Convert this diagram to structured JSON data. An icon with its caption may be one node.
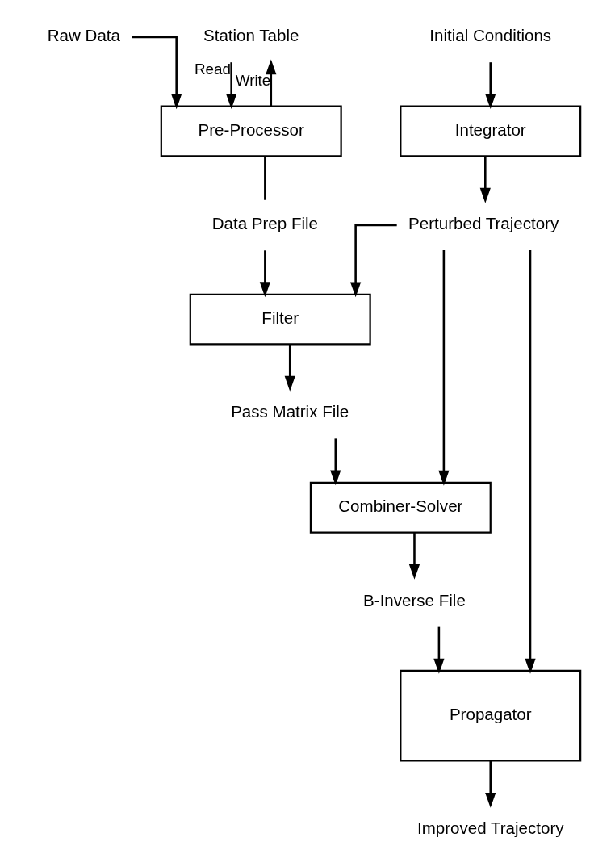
{
  "diagram": {
    "nodes": [
      {
        "text": [
          "Raw Data"
        ]
      },
      {
        "text": [
          "Station Table"
        ]
      },
      {
        "text": [
          "Initial Conditions"
        ]
      },
      {
        "text": [
          "Pre-Processor"
        ]
      },
      {
        "text": [
          "Integrator"
        ]
      },
      {
        "text": [
          "Data Prep File"
        ]
      },
      {
        "text": [
          "Perturbed Trajectory"
        ]
      },
      {
        "text": [
          "Filter"
        ]
      },
      {
        "text": [
          "Pass Matrix File"
        ]
      },
      {
        "text": [
          "Combiner-Solver"
        ]
      },
      {
        "text": [
          "B-Inverse File"
        ]
      },
      {
        "text": [
          "Propagator"
        ]
      },
      {
        "text": [
          "Improved Trajectory"
        ]
      }
    ],
    "edges": [
      {
        "from": 0,
        "to": 3,
        "arrow": "to"
      },
      {
        "from": 1,
        "to": 3,
        "arrow": "to",
        "label": "Read"
      },
      {
        "from": 3,
        "to": 1,
        "arrow": "to",
        "label": "Write"
      },
      {
        "from": 2,
        "to": 4,
        "arrow": "to"
      },
      {
        "from": 3,
        "to": 5,
        "arrow": "none"
      },
      {
        "from": 5,
        "to": 7,
        "arrow": "to"
      },
      {
        "from": 4,
        "to": 6,
        "arrow": "to"
      },
      {
        "from": 6,
        "to": 7,
        "arrow": "to"
      },
      {
        "from": 7,
        "to": 8,
        "arrow": "to"
      },
      {
        "from": 8,
        "to": 9,
        "arrow": "to"
      },
      {
        "from": 6,
        "to": 9,
        "arrow": "to"
      },
      {
        "from": 9,
        "to": 10,
        "arrow": "to"
      },
      {
        "from": 10,
        "to": 11,
        "arrow": "to"
      },
      {
        "from": 6,
        "to": 11,
        "arrow": "to"
      },
      {
        "from": 11,
        "to": 12,
        "arrow": "to"
      }
    ]
  }
}
